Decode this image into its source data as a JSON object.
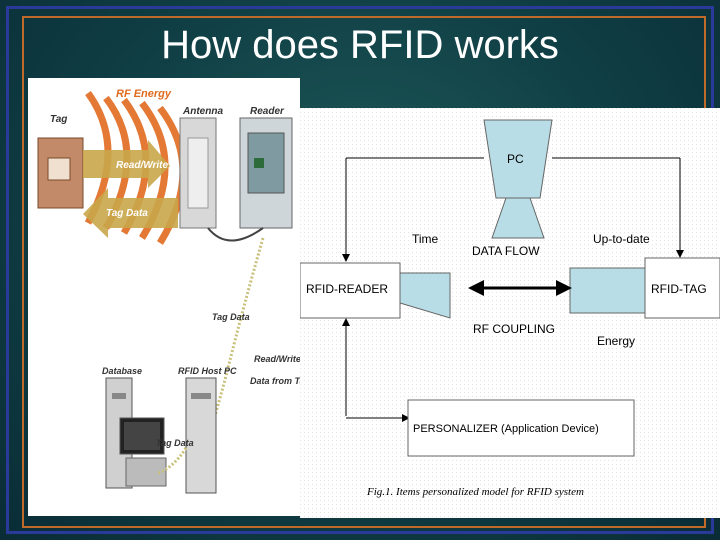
{
  "title": "How does RFID works",
  "photo": {
    "tag": "Tag",
    "rf_energy": "RF Energy",
    "antenna": "Antenna",
    "reader": "Reader",
    "read_write": "Read/Write",
    "tag_data_arrow": "Tag Data",
    "tag_data_line": "Tag Data",
    "read_write_from_tag_1": "Read/Write",
    "read_write_from_tag_2": "Data from Tag",
    "database": "Database",
    "rfid_host_pc": "RFID Host PC",
    "tag_data_bottom": "Tag Data"
  },
  "diagram": {
    "pc": "PC",
    "time": "Time",
    "data_flow": "DATA FLOW",
    "up_to_date": "Up-to-date",
    "rfid_reader": "RFID-READER",
    "rfid_tag": "RFID-TAG",
    "rf_coupling": "RF COUPLING",
    "energy": "Energy",
    "personalizer": "PERSONALIZER (Application Device)",
    "caption": "Fig.1. Items personalized model for RFID system"
  },
  "colors": {
    "background": "#0f3e44",
    "frame_blue": "#2a3a9a",
    "frame_orange": "#c06a2a",
    "shape_fill": "#b8dde6",
    "rf_orange": "#e06b1f",
    "tag_arrow": "#c9a64a"
  }
}
